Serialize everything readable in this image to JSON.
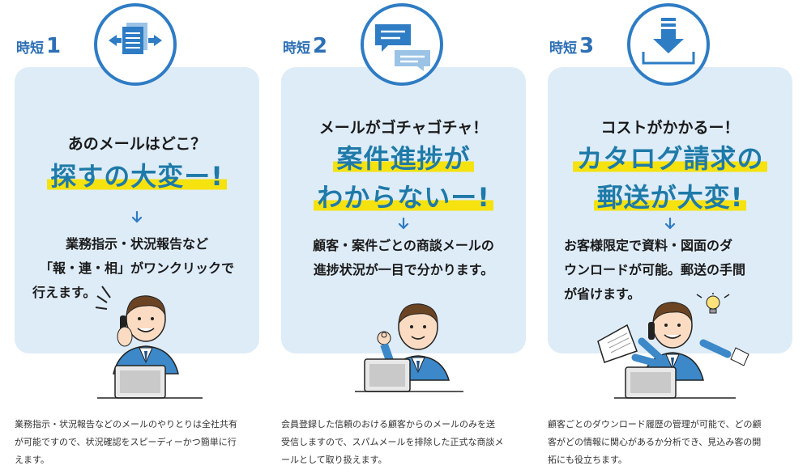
{
  "columns": [
    {
      "badge_text": "時短",
      "badge_number": "1",
      "icon": "document-transfer-icon",
      "headline_small": "あのメールはどこ？",
      "headline_big": [
        "探すの大変ー!"
      ],
      "body_lines": [
        "業務指示・状況報告など",
        "「報・連・相」がワンクリックで",
        "行えます。"
      ],
      "description_lines": [
        "業務指示・状況報告などのメールのやりとりは全社共有",
        "が可能ですので、状況確認をスピーディーかつ簡単に行",
        "えます。"
      ]
    },
    {
      "badge_text": "時短",
      "badge_number": "2",
      "icon": "chat-bubbles-icon",
      "headline_small": "メールがゴチャゴチャ！",
      "headline_big": [
        "案件進捗が",
        "わからないー!"
      ],
      "body_lines": [
        "顧客・案件ごとの商談メールの",
        "進捗状況が一目で分かります。"
      ],
      "description_lines": [
        "会員登録した信頼のおける顧客からのメールのみを送",
        "受信しますので、スパムメールを排除した正式な商談メ",
        "ールとして取り扱えます。"
      ]
    },
    {
      "badge_text": "時短",
      "badge_number": "3",
      "icon": "download-icon",
      "headline_small": "コストがかかるー！",
      "headline_big": [
        "カタログ請求の",
        "郵送が大変!"
      ],
      "body_lines": [
        "お客様限定で資料・図面のダ",
        "ウンロードが可能。郵送の手間",
        "が省けます。"
      ],
      "description_lines": [
        "顧客ごとのダウンロード履歴の管理が可能で、どの顧",
        "客がどの情報に関心があるか分析でき、見込み客の開",
        "拓にも役立ちます。"
      ]
    }
  ],
  "colors": {
    "card_bg": "#deecf8",
    "accent_blue": "#2e7cc4",
    "headline_blue": "#1e7aa8",
    "highlight_yellow": "#f5e20f"
  }
}
